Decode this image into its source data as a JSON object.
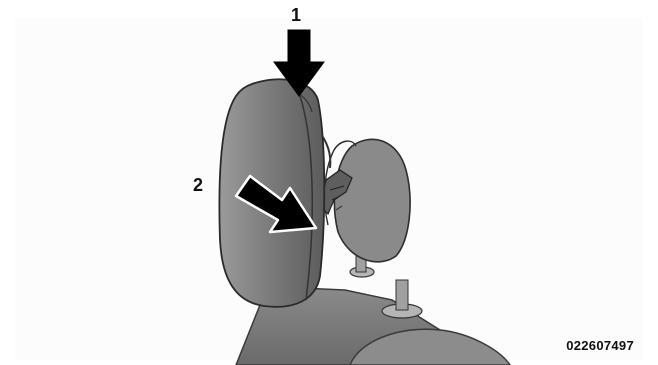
{
  "callouts": {
    "one": "1",
    "two": "2"
  },
  "figure_code": "022607497",
  "icons": [
    "down-arrow-icon",
    "diagonal-arrow-icon"
  ],
  "colors": {
    "seat": "#7c7c7c",
    "seat_dark": "#555555",
    "arrow": "#000000",
    "background": "#fcfcfc"
  }
}
